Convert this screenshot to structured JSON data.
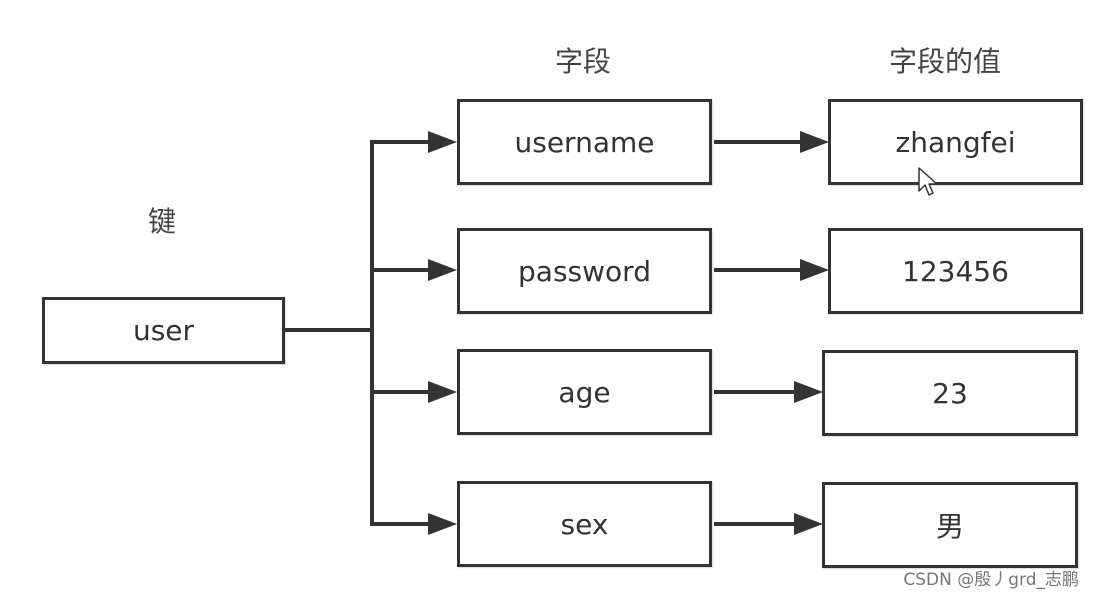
{
  "headings": {
    "key": "键",
    "field": "字段",
    "value": "字段的值"
  },
  "key_box": {
    "label": "user"
  },
  "fields": [
    {
      "label": "username"
    },
    {
      "label": "password"
    },
    {
      "label": "age"
    },
    {
      "label": "sex"
    }
  ],
  "values": [
    {
      "label": "zhangfei"
    },
    {
      "label": "123456"
    },
    {
      "label": "23"
    },
    {
      "label": "男"
    }
  ],
  "watermark": "CSDN @殷丿grd_志鹏",
  "colors": {
    "line": "#333333",
    "text": "#333333",
    "background": "#ffffff"
  },
  "icons": {
    "cursor": "mouse-pointer-icon"
  }
}
